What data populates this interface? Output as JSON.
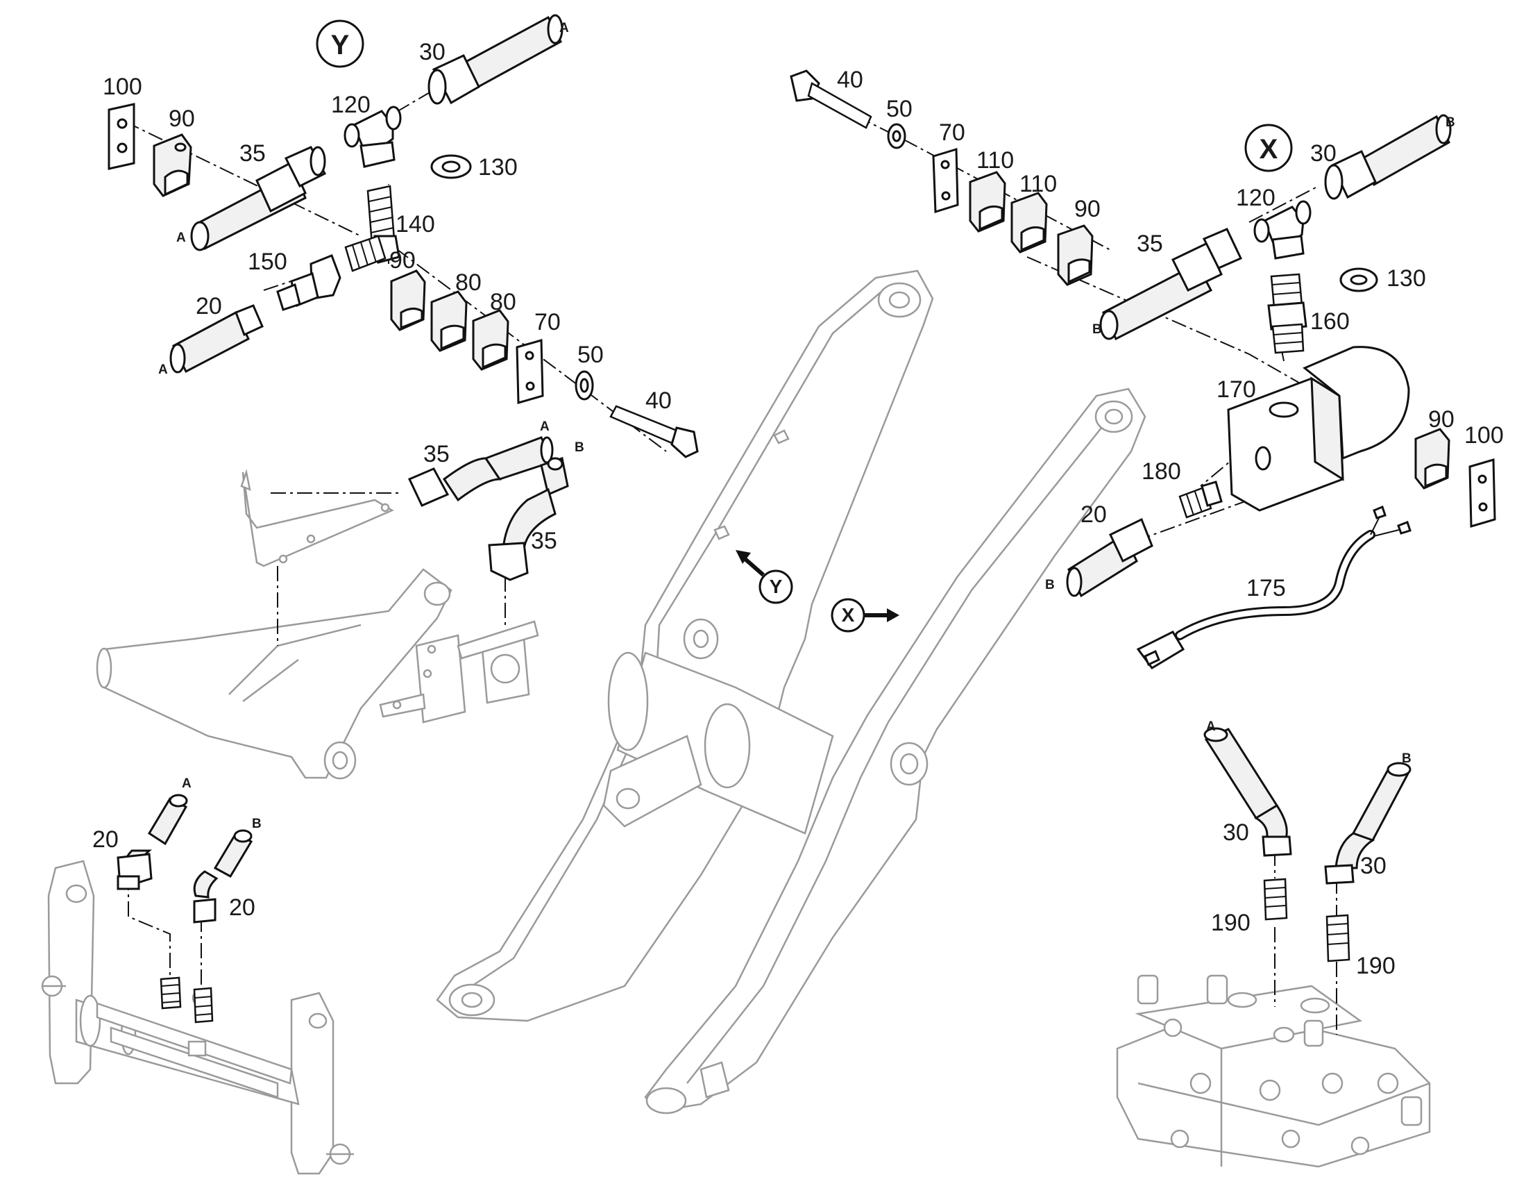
{
  "views": {
    "y": "Y",
    "x": "X"
  },
  "hose_ends": {
    "a": "A",
    "b": "B"
  },
  "part_numbers": {
    "p20": "20",
    "p30": "30",
    "p35": "35",
    "p40": "40",
    "p50": "50",
    "p70": "70",
    "p80": "80",
    "p90": "90",
    "p100": "100",
    "p110": "110",
    "p120": "120",
    "p130": "130",
    "p140": "140",
    "p150": "150",
    "p160": "160",
    "p170": "170",
    "p175": "175",
    "p180": "180",
    "p190": "190"
  }
}
